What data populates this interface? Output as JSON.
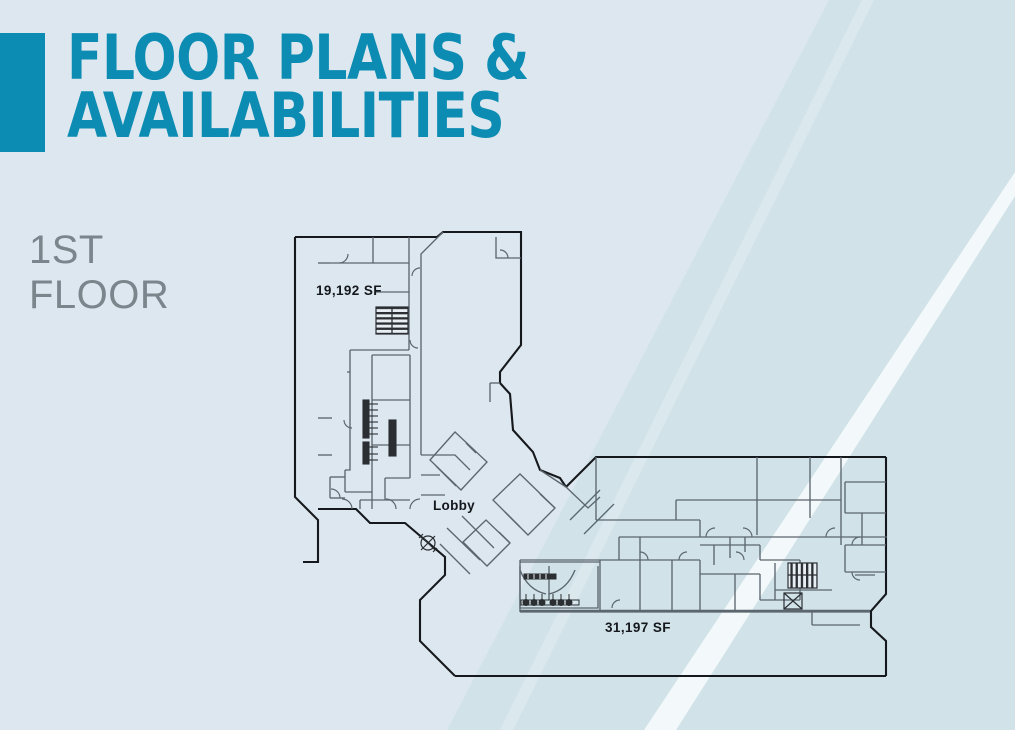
{
  "page": {
    "background_color": "#dde7ef",
    "accent_color": "#0d8cb3",
    "wedge_color": "#cfe2e8",
    "stripe_color": "#f4fafc"
  },
  "header": {
    "title_line1": "FLOOR PLANS &",
    "title_line2": "AVAILABILITIES",
    "accent_bar_name": "title-accent-bar"
  },
  "floor": {
    "line1": "1ST",
    "line2": "FLOOR"
  },
  "plan": {
    "labels": {
      "suite_north_sf": "19,192 SF",
      "suite_south_sf": "31,197 SF",
      "lobby": "Lobby"
    },
    "colors": {
      "exterior_wall": "#15181c",
      "interior_wall": "#5c666e",
      "fill": "none",
      "hatch": "#2b2f33"
    },
    "features": [
      "stair-north",
      "stair-south",
      "elevator-south",
      "restroom-north",
      "restroom-south",
      "revolving-door",
      "lobby-atrium"
    ]
  }
}
